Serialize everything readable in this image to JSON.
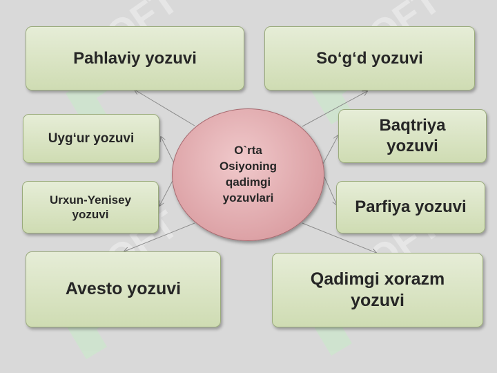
{
  "diagram": {
    "center_label": "O`rta Osiyoning qadimgi yozuvlari",
    "nodes": {
      "pahlaviy": "Pahlaviy yozuvi",
      "sogd": "So‘g‘d yozuvi",
      "uygur": "Uyg‘ur yozuvi",
      "baqtriya": "Baqtriya yozuvi",
      "urxun": "Urxun-Yenisey yozuvi",
      "parfiya": "Parfiya yozuvi",
      "avesto": "Avesto yozuvi",
      "xorazm": "Qadimgi xorazm yozuvi"
    }
  },
  "colors": {
    "box_fill": "#d6e1be",
    "box_border": "#9aab7c",
    "center_fill": "#dca1a5",
    "background": "#d9d9d9",
    "connector": "#8c8c8c"
  }
}
